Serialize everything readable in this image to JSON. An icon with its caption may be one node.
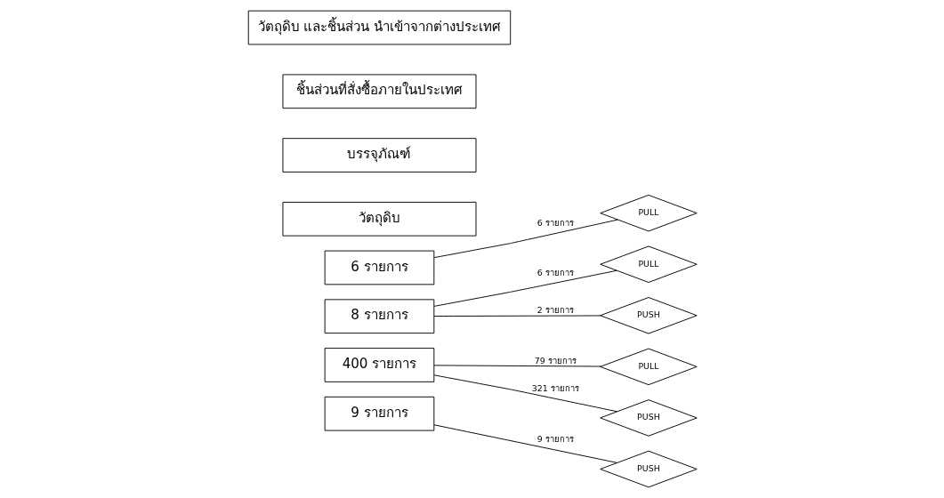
{
  "diagram": {
    "nodes": [
      {
        "text": [
          "วัตถุดิบ และชิ้นส่วน นำเข้าจากต่างประเทศ"
        ]
      },
      {
        "text": [
          "9 รายการ"
        ]
      },
      {
        "text": [
          "PUSH"
        ]
      },
      {
        "text": [
          "ชิ้นส่วนที่สั่งซื้อภายในประเทศ"
        ]
      },
      {
        "text": [
          "400 รายการ"
        ]
      },
      {
        "text": [
          "PUSH"
        ]
      },
      {
        "text": [
          "PULL"
        ]
      },
      {
        "text": [
          "บรรจุภัณฑ์"
        ]
      },
      {
        "text": [
          "8 รายการ"
        ]
      },
      {
        "text": [
          "PUSH"
        ]
      },
      {
        "text": [
          "PULL"
        ]
      },
      {
        "text": [
          "วัตถุดิบ"
        ]
      },
      {
        "text": [
          "6 รายการ"
        ]
      },
      {
        "text": [
          "PULL"
        ]
      }
    ],
    "edges": [
      {
        "from": 1,
        "to": 2,
        "arrow": "none",
        "label": "9 รายการ"
      },
      {
        "from": 4,
        "to": 5,
        "arrow": "none",
        "label": "321 รายการ"
      },
      {
        "from": 4,
        "to": 6,
        "arrow": "none",
        "label": "79 รายการ"
      },
      {
        "from": 8,
        "to": 9,
        "arrow": "none",
        "label": "2 รายการ"
      },
      {
        "from": 8,
        "to": 10,
        "arrow": "none",
        "label": "6 รายการ"
      },
      {
        "from": 12,
        "to": 13,
        "arrow": "none",
        "label": "6 รายการ"
      }
    ]
  }
}
